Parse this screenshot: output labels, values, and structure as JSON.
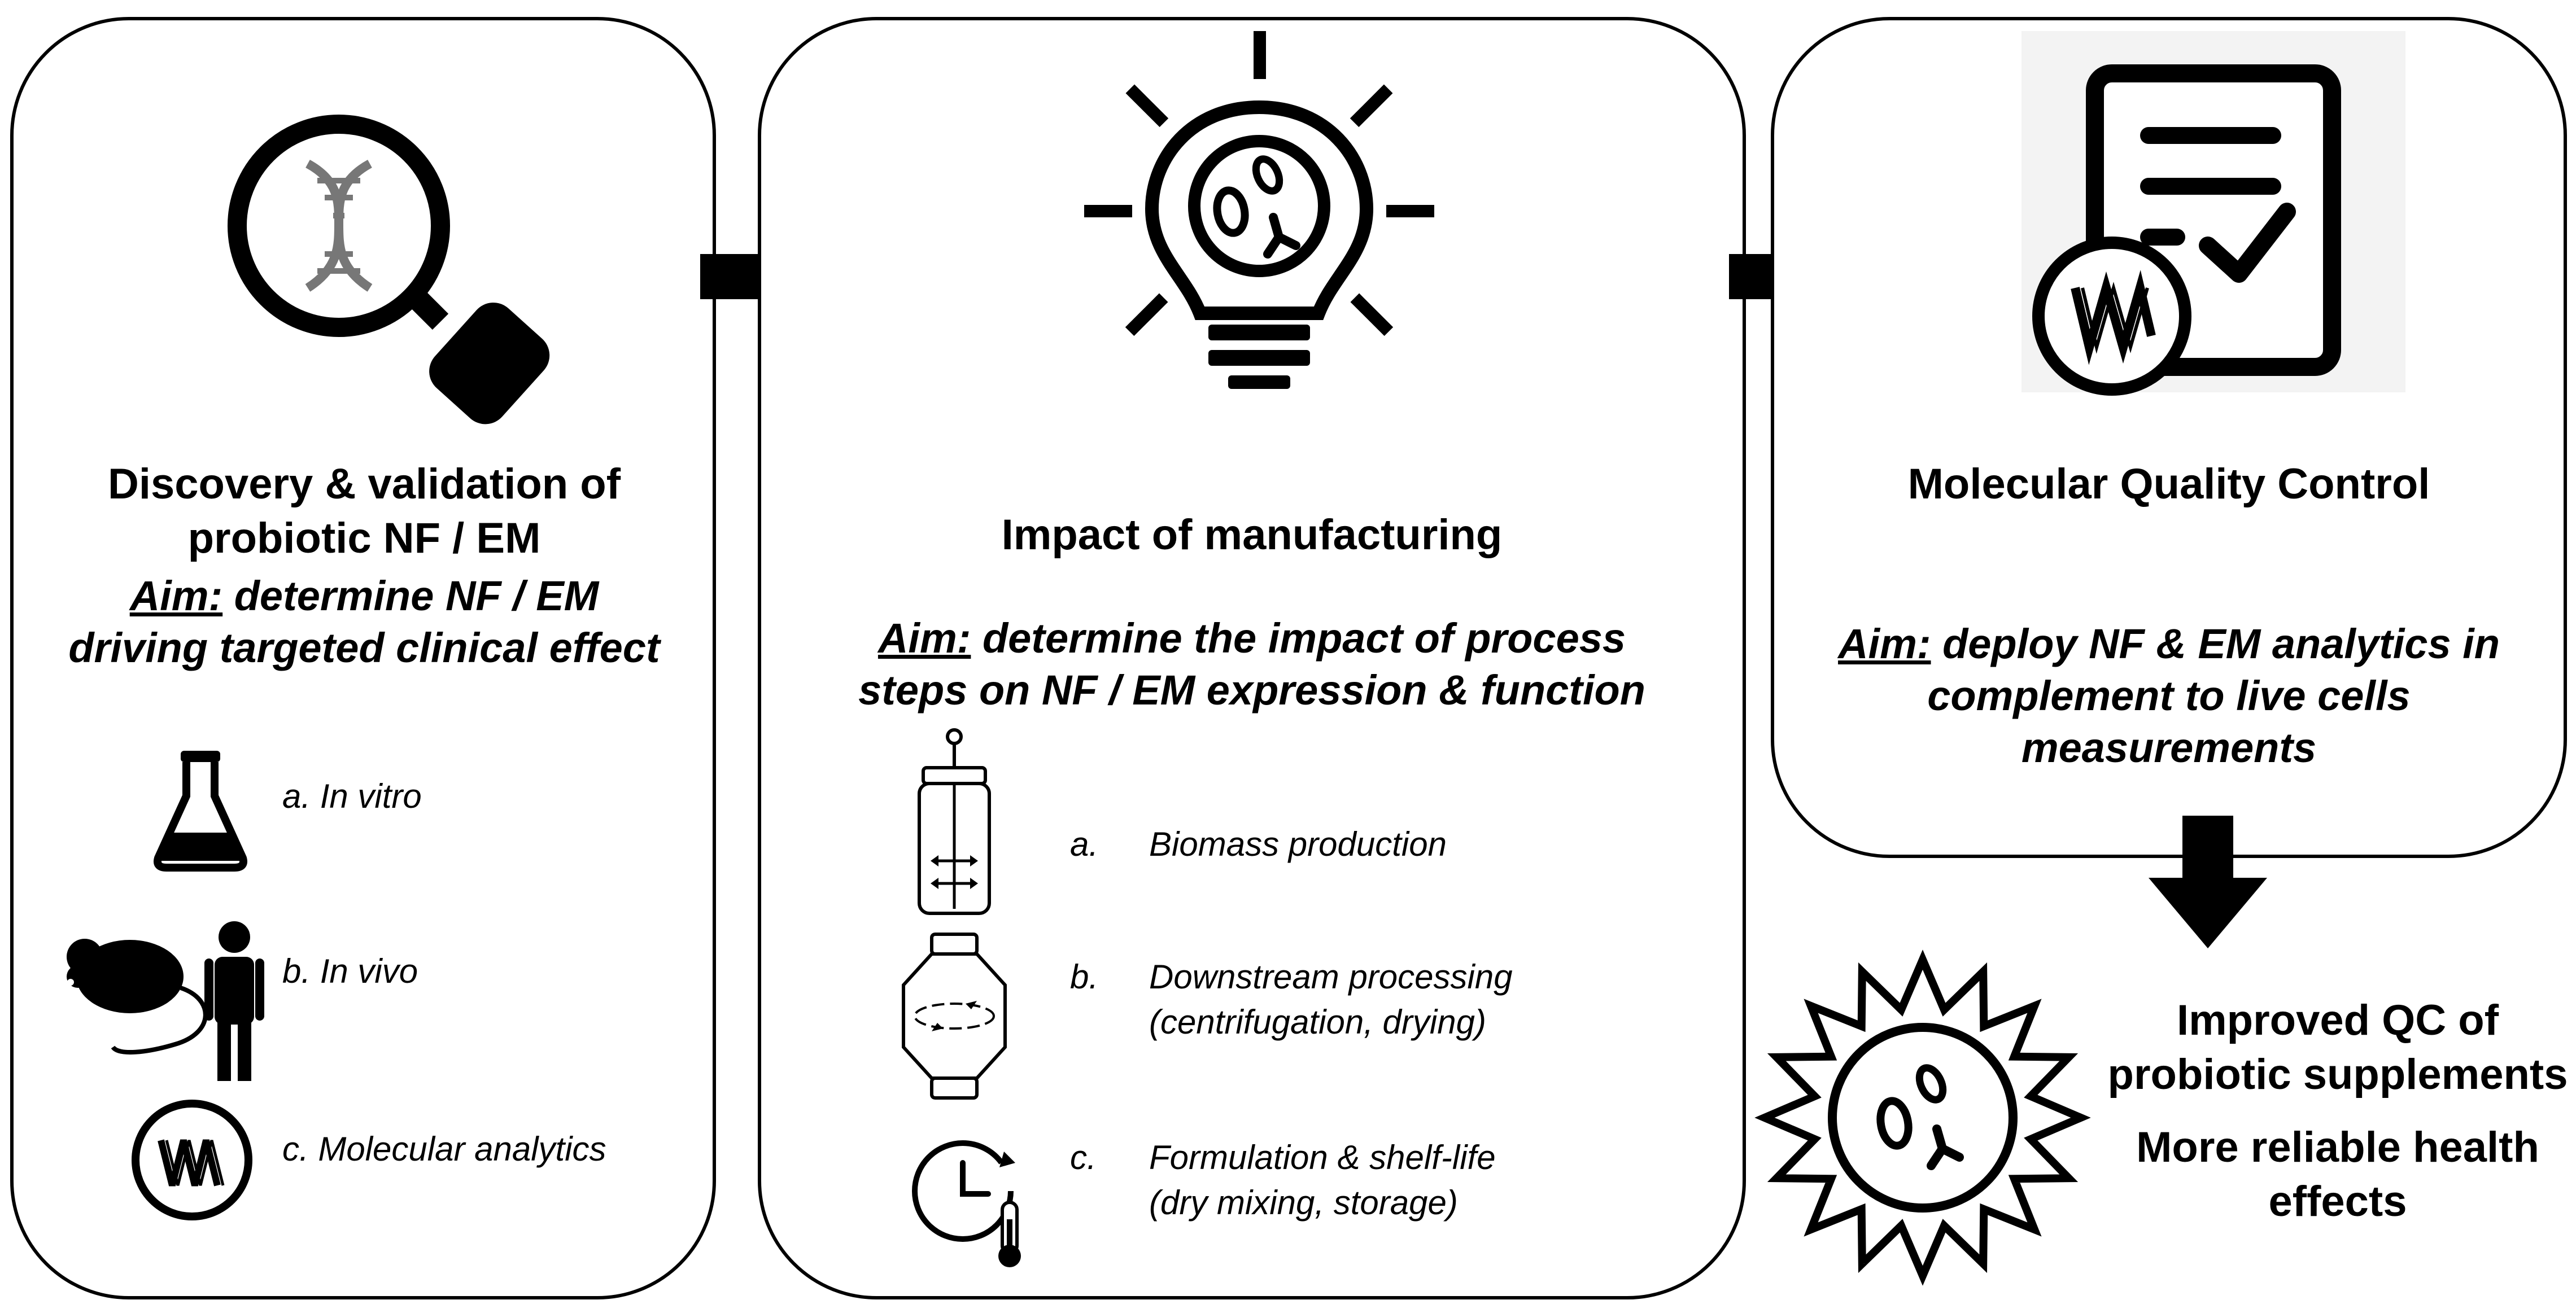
{
  "panels": [
    {
      "title_line1": "Discovery & validation of",
      "title_line2": "probiotic NF / EM",
      "aim_label": "Aim:",
      "aim_line1_rest": " determine NF / EM",
      "aim_line2": "driving targeted clinical effect",
      "items": [
        {
          "text": "a. In vitro",
          "icon": "flask-icon"
        },
        {
          "text": "b. In vivo",
          "icon": "mouse-human-icon"
        },
        {
          "text": "c. Molecular analytics",
          "icon": "molecule-circle-icon"
        }
      ]
    },
    {
      "title_line1": "Impact of manufacturing",
      "aim_label": "Aim:",
      "aim_line1_rest": " determine the impact of process",
      "aim_line2": "steps on NF / EM expression & function",
      "items": [
        {
          "letter": "a.",
          "line1": "Biomass production",
          "icon": "bioreactor-icon"
        },
        {
          "letter": "b.",
          "line1": "Downstream processing",
          "line2": "(centrifugation, drying)",
          "icon": "centrifuge-icon"
        },
        {
          "letter": "c.",
          "line1": "Formulation & shelf-life",
          "line2": "(dry mixing, storage)",
          "icon": "clock-thermometer-icon"
        }
      ]
    },
    {
      "title_line1": "Molecular Quality Control",
      "aim_label": "Aim:",
      "aim_line1_rest": " deploy NF & EM analytics in",
      "aim_line2": "complement to live cells",
      "aim_line3": "measurements"
    }
  ],
  "outcomes": {
    "line1": "Improved QC of",
    "line2": "probiotic supplements",
    "line3": "More reliable health",
    "line4": "effects"
  },
  "icons": {
    "panel1_main": "magnifier-dna-icon",
    "panel2_main": "lightbulb-bacteria-icon",
    "panel3_main": "checklist-molecule-icon",
    "outcome_main": "sun-bacteria-icon",
    "arrow": "arrow-right-icon"
  }
}
